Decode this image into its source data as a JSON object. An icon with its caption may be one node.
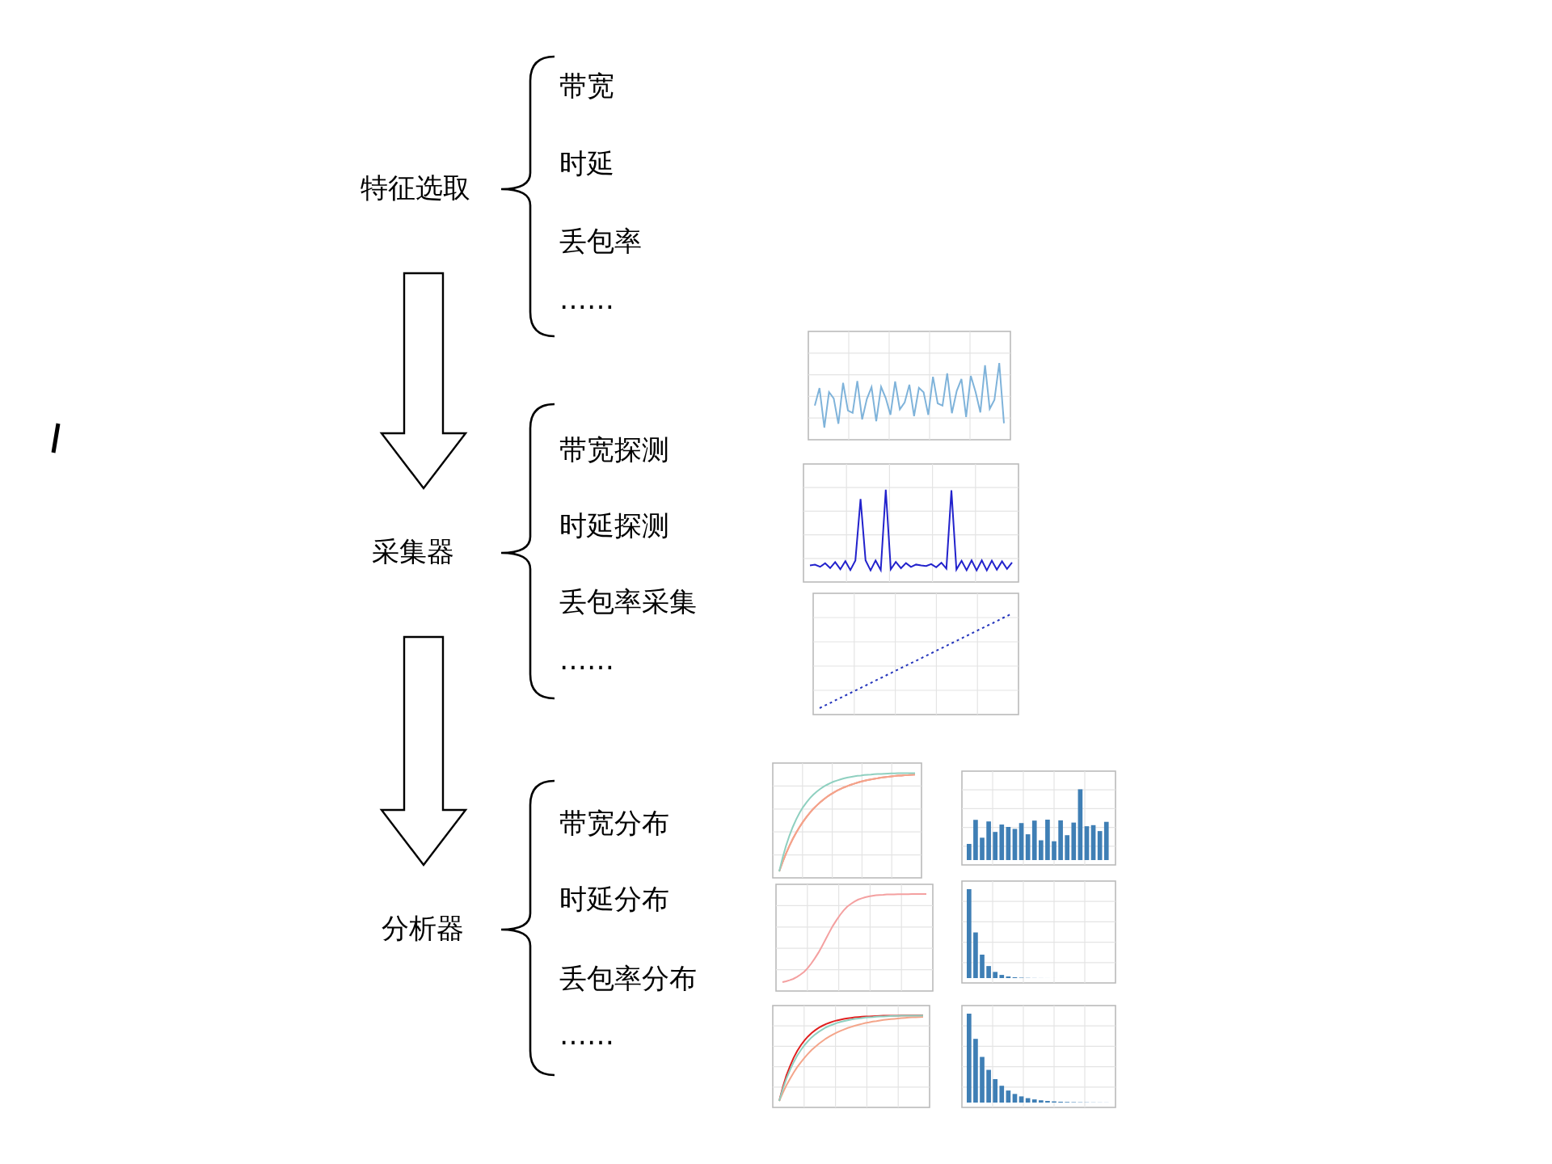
{
  "diagram": {
    "nodes": [
      {
        "text": [
          "特征选取"
        ]
      },
      {
        "text": [
          "采集器"
        ]
      },
      {
        "text": [
          "分析器"
        ]
      }
    ],
    "edges": [
      {
        "from": 0,
        "to": 1,
        "arrow": "to"
      },
      {
        "from": 1,
        "to": 2,
        "arrow": "to"
      }
    ],
    "labels": [
      "带宽",
      "时延",
      "丢包率",
      "……",
      "带宽探测",
      "时延探测",
      "丢包率采集",
      "……",
      "带宽分布",
      "时延分布",
      "丢包率分布",
      "……"
    ]
  }
}
